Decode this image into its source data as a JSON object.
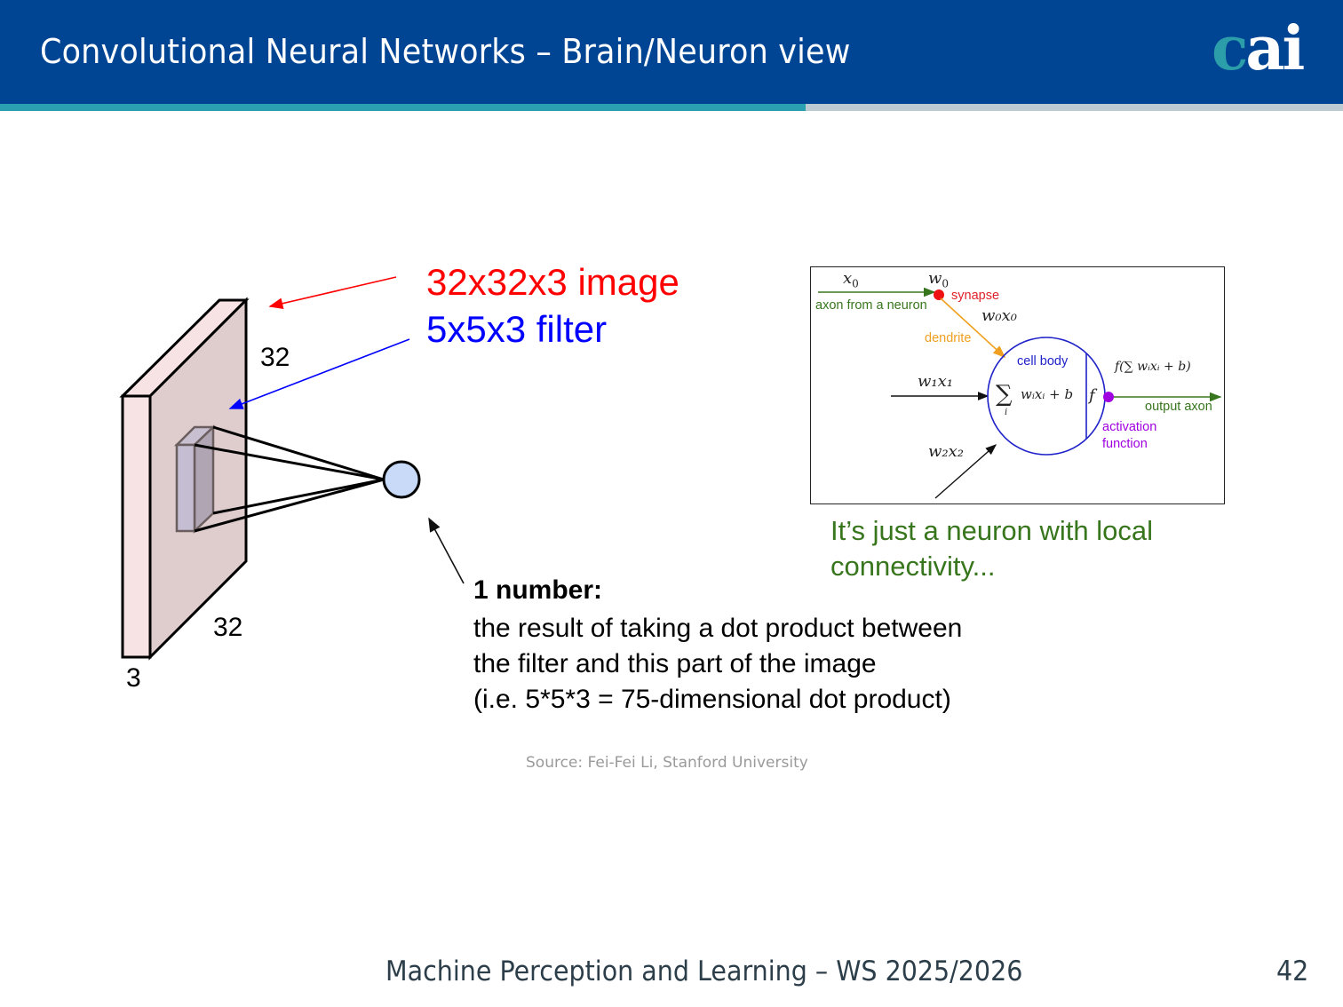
{
  "header": {
    "title": "Convolutional Neural Networks – Brain/Neuron view",
    "logo": {
      "first": "c",
      "rest": "ai"
    }
  },
  "colors": {
    "header_bg": "#004494",
    "accent_teal": "#2aa0b0",
    "accent_grey": "#bccbd2",
    "image_label": "#ff0000",
    "filter_label": "#0000ff",
    "note_green": "#38761d"
  },
  "conv_diagram": {
    "image_label": "32x32x3 image",
    "filter_label": "5x5x3 filter",
    "dim_height": "32",
    "dim_width": "32",
    "dim_depth": "3",
    "output_heading": "1 number:",
    "output_lines": [
      "the result of taking a dot product between",
      "the filter and this part of the image",
      "(i.e. 5*5*3 = 75-dimensional dot product)"
    ]
  },
  "neuron_diagram": {
    "x0": "x",
    "x0_sub": "0",
    "w0": "w",
    "w0_sub": "0",
    "synapse": "synapse",
    "axon_from": "axon from a neuron",
    "w0x0": "w₀x₀",
    "dendrite": "dendrite",
    "cell_body": "cell body",
    "w1x1": "w₁x₁",
    "w2x2": "w₂x₂",
    "sum_expr": "wᵢxᵢ + b",
    "sum_symbol": "∑",
    "sum_index": "i",
    "f_label": "f",
    "output_expr": "f(∑ wᵢxᵢ + b)",
    "output_axon": "output axon",
    "activation_line1": "activation",
    "activation_line2": "function"
  },
  "note": {
    "line1": "It’s just a neuron with local",
    "line2": "connectivity..."
  },
  "source": "Source: Fei-Fei Li, Stanford University",
  "footer": {
    "course": "Machine Perception and Learning – WS 2025/2026",
    "page_number": "42"
  }
}
